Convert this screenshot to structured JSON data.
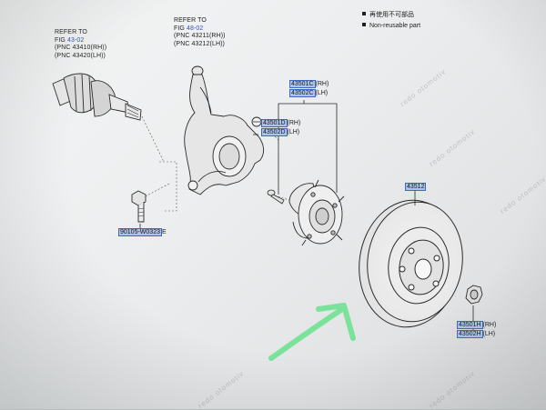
{
  "legend": {
    "item1": "再使用不可部品",
    "item2": "Non-reusable part"
  },
  "shaft_ref": {
    "line1": "REFER TO",
    "fig_prefix": "FIG ",
    "fig_link": "43-02",
    "pnc1": "(PNC 43410(RH))",
    "pnc2": "(PNC 43420(LH))"
  },
  "knuckle_ref": {
    "line1": "REFER TO",
    "fig_prefix": "FIG ",
    "fig_link": "48-02",
    "pnc1": "(PNC 43211(RH))",
    "pnc2": "(PNC 43212(LH))"
  },
  "hub_tag": {
    "rh_pn": "43501C",
    "rh_suffix": "(RH)",
    "lh_pn": "43502C",
    "lh_suffix": "(LH)"
  },
  "bearing_tag": {
    "rh_pn": "43501D",
    "rh_suffix": "(RH)",
    "lh_pn": "43502D",
    "lh_suffix": "(LH)"
  },
  "bolt_tag": {
    "pn": "90105-W0323",
    "suffix": "E"
  },
  "disc_tag": {
    "pn": "43512"
  },
  "nut_tag": {
    "rh_pn": "43501H",
    "rh_suffix": "(RH)",
    "lh_pn": "43502H",
    "lh_suffix": "(LH)"
  },
  "watermarks": [
    "redo otomotiv",
    "redo otomotiv",
    "redo otomotiv",
    "redo otomotiv",
    "redo otomotiv"
  ],
  "colors": {
    "pn_highlight": "#a9c4ec",
    "pn_border": "#3f68b8",
    "link": "#2d50c8",
    "arrow": "#7be29a"
  }
}
